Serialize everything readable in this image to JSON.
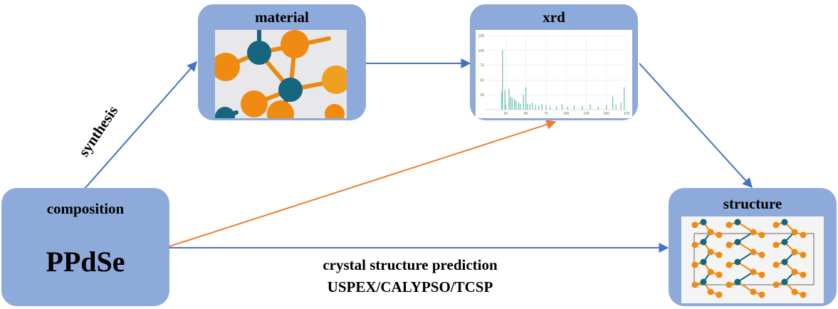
{
  "nodes": {
    "composition": {
      "title": "composition",
      "formula": "PPdSe"
    },
    "material": {
      "title": "material"
    },
    "xrd": {
      "title": "xrd",
      "tick_labels_x": [
        "25",
        "50",
        "75",
        "100",
        "125",
        "150",
        "175"
      ],
      "tick_labels_y": [
        "25",
        "50",
        "75",
        "100",
        "125"
      ]
    },
    "structure": {
      "title": "structure"
    }
  },
  "edges": {
    "synthesis": {
      "label": "synthesis"
    },
    "csp": {
      "label_line1": "crystal structure prediction",
      "label_line2": "USPEX/CALYPSO/TCSP"
    }
  },
  "colors": {
    "box": "#8eaadb",
    "arrow_blue": "#4472c4",
    "arrow_orange": "#ed7d31",
    "atom_teal": "#17667f",
    "atom_orange": "#ef8a12",
    "xrd_bar": "#7cc8b8"
  },
  "chart_data": {
    "type": "bar",
    "x": [
      20,
      21,
      24,
      25,
      29,
      31,
      33,
      36,
      38,
      41,
      43,
      47,
      50,
      52,
      55,
      58,
      62,
      66,
      70,
      75,
      80,
      88,
      95,
      102,
      110,
      120,
      130,
      140,
      150,
      158,
      162,
      168,
      172
    ],
    "values": [
      30,
      100,
      33,
      8,
      35,
      22,
      20,
      18,
      15,
      12,
      10,
      25,
      38,
      10,
      9,
      12,
      8,
      7,
      10,
      8,
      6,
      6,
      9,
      5,
      7,
      6,
      9,
      5,
      8,
      22,
      8,
      12,
      38
    ],
    "xlim": [
      0,
      175
    ],
    "ylim": [
      0,
      125
    ],
    "xticks": [
      25,
      50,
      75,
      100,
      125,
      150,
      175
    ],
    "yticks": [
      25,
      50,
      75,
      100,
      125
    ],
    "grid": true
  }
}
